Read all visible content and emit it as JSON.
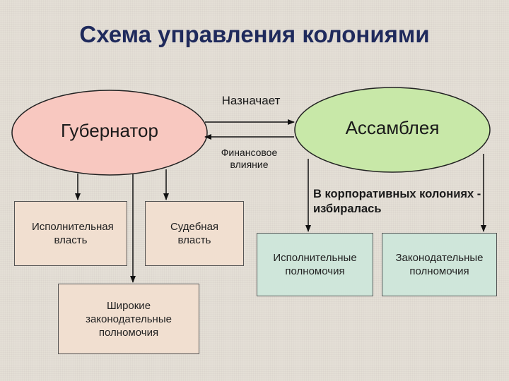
{
  "title": "Схема управления колониями",
  "nodes": {
    "governor": "Губернатор",
    "assembly": "Ассамблея",
    "executive_power": "Исполнительная власть",
    "judicial_power": "Судебная власть",
    "broad_legislative": "Широкие законодательные полномочия",
    "executive_powers": "Исполнительные полномочия",
    "legislative_powers": "Законодательные полномочия"
  },
  "edges": {
    "appoints": "Назначает",
    "financial_influence": "Финансовое влияние",
    "corporate_elected": "В корпоративных колониях - избиралась"
  },
  "colors": {
    "title": "#1f2a5c",
    "governor_fill": "#f8c8c0",
    "assembly_fill": "#c8e8a8",
    "box_peach": "#f1dfd0",
    "box_green": "#cfe6da",
    "background": "#e4dfd6"
  }
}
